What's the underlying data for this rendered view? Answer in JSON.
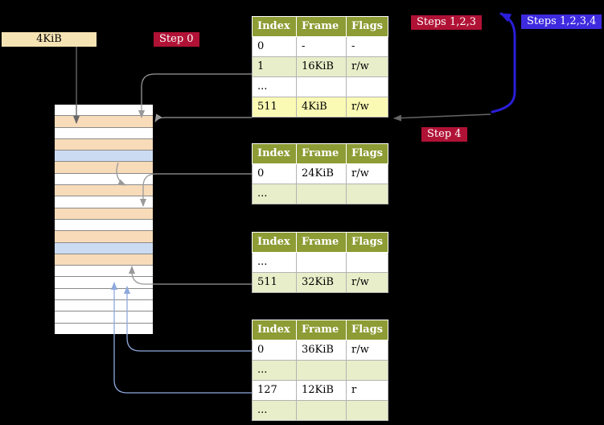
{
  "labels": {
    "frame_size_box": "4KiB",
    "step0": "Step 0",
    "steps123": "Steps 1,2,3",
    "steps1234": "Steps 1,2,3,4",
    "step4": "Step 4"
  },
  "colors": {
    "background": "#000000",
    "badge_red": "#b01236",
    "badge_blue": "#3e2adf",
    "header_olive": "#8d9c34",
    "row_alt": "#e8eec9",
    "row_highlight": "#fafab4",
    "frame_box": "#f6e3b4",
    "strip_peach": "#f8dbb9",
    "strip_blue": "#cbdcf2",
    "arrow_gray": "#999999",
    "arrow_dark": "#666666",
    "arrow_blue": "#2a1ed8",
    "arrow_periwinkle": "#8ea9dd"
  },
  "memory_strip": {
    "rows": [
      "white",
      "peach",
      "white",
      "peach",
      "blue",
      "peach",
      "white",
      "peach",
      "white",
      "peach",
      "white",
      "peach",
      "blue",
      "peach",
      "white",
      "white",
      "white",
      "white",
      "white",
      "white"
    ]
  },
  "tables": [
    {
      "name": "page-table-1",
      "headers": [
        "Index",
        "Frame",
        "Flags"
      ],
      "rows": [
        {
          "cells": [
            "0",
            "-",
            "-"
          ],
          "bg": "white"
        },
        {
          "cells": [
            "1",
            "16KiB",
            "r/w"
          ],
          "bg": "alt"
        },
        {
          "cells": [
            "...",
            "",
            ""
          ],
          "bg": "white"
        },
        {
          "cells": [
            "511",
            "4KiB",
            "r/w"
          ],
          "bg": "highlight"
        }
      ]
    },
    {
      "name": "page-table-2",
      "headers": [
        "Index",
        "Frame",
        "Flags"
      ],
      "rows": [
        {
          "cells": [
            "0",
            "24KiB",
            "r/w"
          ],
          "bg": "white"
        },
        {
          "cells": [
            "...",
            "",
            ""
          ],
          "bg": "alt"
        }
      ]
    },
    {
      "name": "page-table-3",
      "headers": [
        "Index",
        "Frame",
        "Flags"
      ],
      "rows": [
        {
          "cells": [
            "...",
            "",
            ""
          ],
          "bg": "white"
        },
        {
          "cells": [
            "511",
            "32KiB",
            "r/w"
          ],
          "bg": "alt"
        }
      ]
    },
    {
      "name": "page-table-4",
      "headers": [
        "Index",
        "Frame",
        "Flags"
      ],
      "rows": [
        {
          "cells": [
            "0",
            "36KiB",
            "r/w"
          ],
          "bg": "white"
        },
        {
          "cells": [
            "...",
            "",
            ""
          ],
          "bg": "alt"
        },
        {
          "cells": [
            "127",
            "12KiB",
            "r"
          ],
          "bg": "white"
        },
        {
          "cells": [
            "...",
            "",
            ""
          ],
          "bg": "alt"
        }
      ]
    }
  ]
}
